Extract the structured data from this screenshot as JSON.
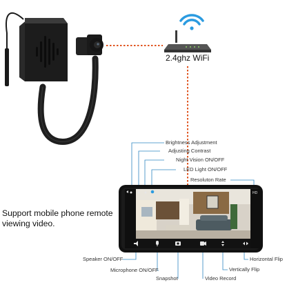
{
  "product": {
    "wifi_label": "2.4ghz WiFi",
    "promo_line1": "Support mobile phone remote",
    "promo_line2": "viewing video."
  },
  "app_controls": {
    "top": [
      "Brightness Adjustment",
      "Adjusting Contrast",
      "Night Vision ON/OFF",
      "LED Light ON/OFF",
      "Resoluton Rate"
    ],
    "bottom": [
      "Speaker ON/OFF",
      "Microphone ON/OFF",
      "Snapshot",
      "Video Record",
      "Vertically Flip",
      "Horizontal Flip"
    ]
  },
  "colors": {
    "accent": "#2e86c1",
    "link_dashes": "#e0541f",
    "wifi_blue": "#2b9be0",
    "camera_body": "#1c1c1c"
  },
  "icons": [
    "wifi-icon",
    "router-icon",
    "camera-module-icon",
    "phone-icon",
    "speaker-icon",
    "microphone-icon",
    "snapshot-icon",
    "video-record-icon",
    "vertical-flip-icon",
    "horizontal-flip-icon"
  ]
}
